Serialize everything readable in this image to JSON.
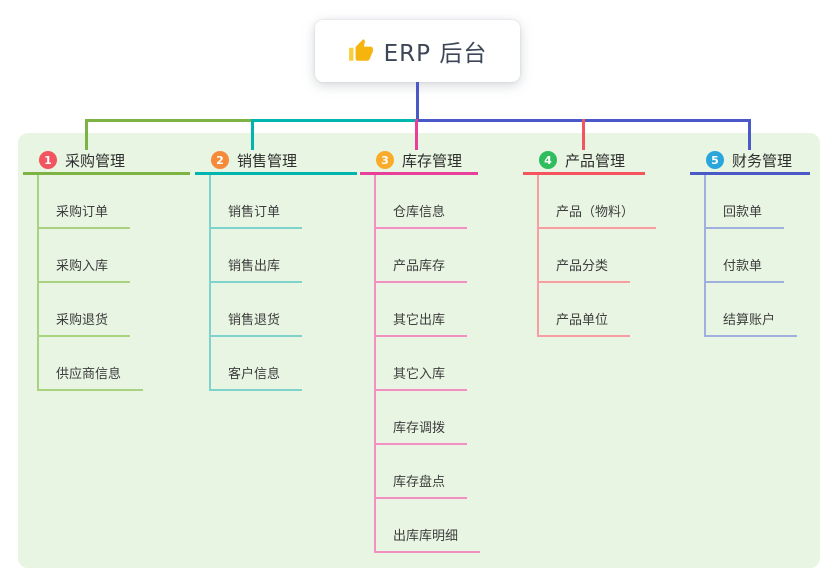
{
  "root": {
    "label": "ERP 后台",
    "icon": "thumbs-up-icon"
  },
  "theme": {
    "page_background": "#ffffff",
    "panel_background": "#e8f5e3",
    "root_text_color": "#3c4656",
    "trunk_color": "#4a58c8"
  },
  "branches": [
    {
      "index": "1",
      "label": "采购管理",
      "badge_color": "#f2555f",
      "line_color": "#7cb342",
      "child_line_color": "#a9d381",
      "children": [
        "采购订单",
        "采购入库",
        "采购退货",
        "供应商信息"
      ]
    },
    {
      "index": "2",
      "label": "销售管理",
      "badge_color": "#f58a38",
      "line_color": "#00b5ad",
      "child_line_color": "#7fd3cd",
      "children": [
        "销售订单",
        "销售出库",
        "销售退货",
        "客户信息"
      ]
    },
    {
      "index": "3",
      "label": "库存管理",
      "badge_color": "#f9ab29",
      "line_color": "#e8409a",
      "child_line_color": "#f290c4",
      "children": [
        "仓库信息",
        "产品库存",
        "其它出库",
        "其它入库",
        "库存调拨",
        "库存盘点",
        "出库库明细"
      ]
    },
    {
      "index": "4",
      "label": "产品管理",
      "badge_color": "#2fbd5d",
      "line_color": "#f5545e",
      "child_line_color": "#f89da2",
      "children": [
        "产品（物料）",
        "产品分类",
        "产品单位"
      ]
    },
    {
      "index": "5",
      "label": "财务管理",
      "badge_color": "#2aa6dd",
      "line_color": "#4a58c8",
      "child_line_color": "#9fafde",
      "children": [
        "回款单",
        "付款单",
        "结算账户"
      ]
    }
  ]
}
